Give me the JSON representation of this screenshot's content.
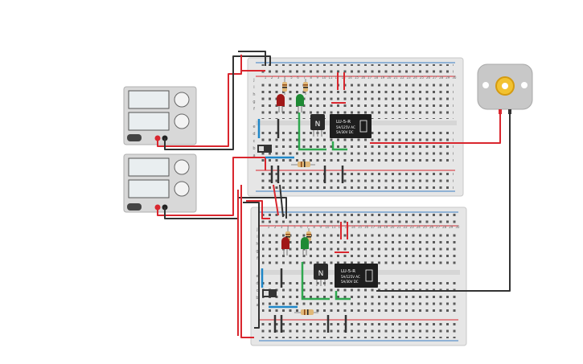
{
  "colors": {
    "background": "#ffffff",
    "breadboard": "#e6e6e6",
    "breadboard_edge": "#c8c8c8",
    "hole": "#5a5a5a",
    "rail_red": "#d9262e",
    "rail_blue": "#3a7fc4",
    "wire_red": "#d9262e",
    "wire_black": "#333333",
    "wire_blue": "#1f87c8",
    "wire_green": "#2fa84f",
    "led_red": "#a01818",
    "led_green": "#1e8a34",
    "relay_body": "#1e1e1e",
    "transistor_body": "#2a2a2a",
    "supply_body": "#d8d8d8",
    "motor_body": "#c8c8c8",
    "motor_gear": "#f2c230"
  },
  "power_supplies": [
    {
      "id": "supply-1"
    },
    {
      "id": "supply-2"
    }
  ],
  "breadboards": [
    {
      "id": "breadboard-1",
      "row_letters_top": [
        "j",
        "i",
        "h",
        "g",
        "f"
      ],
      "row_letters_bottom": [
        "e",
        "d",
        "c",
        "b",
        "a"
      ],
      "column_numbers": [
        "1",
        "2",
        "3",
        "4",
        "5",
        "6",
        "7",
        "8",
        "9",
        "10",
        "11",
        "12",
        "13",
        "14",
        "15",
        "16",
        "17",
        "18",
        "19",
        "20",
        "21",
        "22",
        "23",
        "24",
        "25",
        "26",
        "27",
        "28",
        "29",
        "30"
      ]
    },
    {
      "id": "breadboard-2",
      "row_letters_top": [
        "j",
        "i",
        "h",
        "g",
        "f"
      ],
      "row_letters_bottom": [
        "e",
        "d",
        "c",
        "b",
        "a"
      ],
      "column_numbers": [
        "1",
        "2",
        "3",
        "4",
        "5",
        "6",
        "7",
        "8",
        "9",
        "10",
        "11",
        "12",
        "13",
        "14",
        "15",
        "16",
        "17",
        "18",
        "19",
        "20",
        "21",
        "22",
        "23",
        "24",
        "25",
        "26",
        "27",
        "28",
        "29",
        "30"
      ]
    }
  ],
  "transistors": [
    {
      "id": "transistor-1",
      "label": "N"
    },
    {
      "id": "transistor-2",
      "label": "N"
    }
  ],
  "relays": [
    {
      "id": "relay-1",
      "model": "LU-5-R",
      "rating1": "5A/125V AC",
      "rating2": "5A/30V DC"
    },
    {
      "id": "relay-2",
      "model": "LU-5-R",
      "rating1": "5A/125V AC",
      "rating2": "5A/30V DC"
    }
  ],
  "motor": {
    "id": "dc-motor"
  }
}
